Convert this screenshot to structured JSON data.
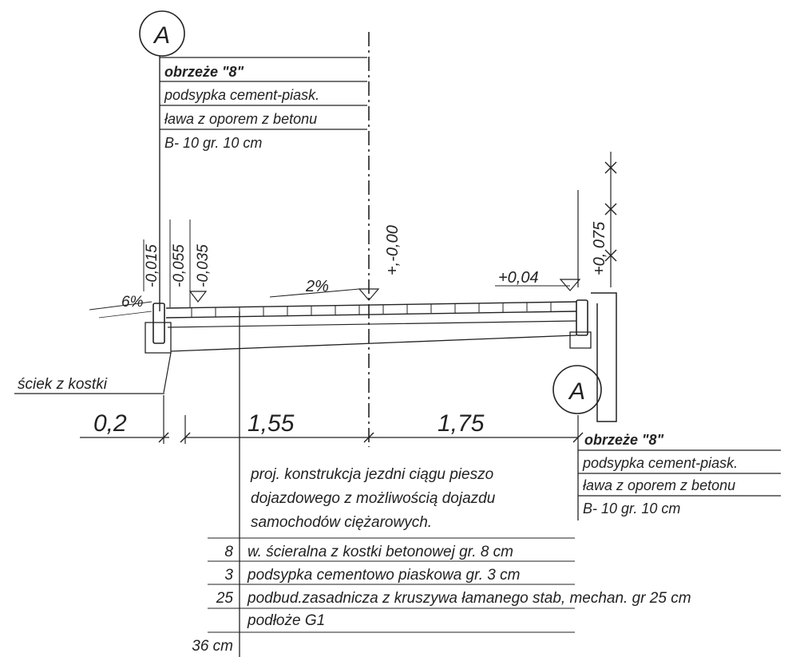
{
  "markers": {
    "top": "A",
    "right": "A"
  },
  "left_callout": {
    "title": "obrzeże \"8\"",
    "line1": "podsypka cement-piask.",
    "line2": "ława z oporem z betonu",
    "line3": "B- 10 gr. 10 cm"
  },
  "right_callout": {
    "title": "obrzeże \"8\"",
    "line1": "podsypka cement-piask.",
    "line2": "ława z oporem z betonu",
    "line3": "B- 10 gr. 10 cm"
  },
  "elevations": {
    "e1": "-0,015",
    "e2": "-0,055",
    "e3": "-0,035",
    "axis": "+,-0,00",
    "right_low": "+0,04",
    "right_high": "+0, 075"
  },
  "slopes": {
    "left": "6%",
    "main": "2%"
  },
  "gutter_label": "ściek z kostki",
  "dimensions": {
    "d1": "0,2",
    "d2": "1,55",
    "d3": "1,75"
  },
  "construction": {
    "title_line1": "proj. konstrukcja jezdni ciągu pieszo",
    "title_line2": "dojazdowego z możliwością dojazdu",
    "title_line3": "samochodów ciężarowych.",
    "layers": [
      {
        "thickness": "8",
        "desc": "w. ścieralna z kostki betonowej   gr. 8  cm"
      },
      {
        "thickness": "3",
        "desc": "podsypka cementowo piaskowa gr. 3 cm"
      },
      {
        "thickness": "25",
        "desc": "podbud.zasadnicza z kruszywa łamanego stab, mechan. gr 25 cm"
      },
      {
        "thickness": "",
        "desc": "podłoże G1"
      }
    ],
    "total": "36  cm"
  }
}
